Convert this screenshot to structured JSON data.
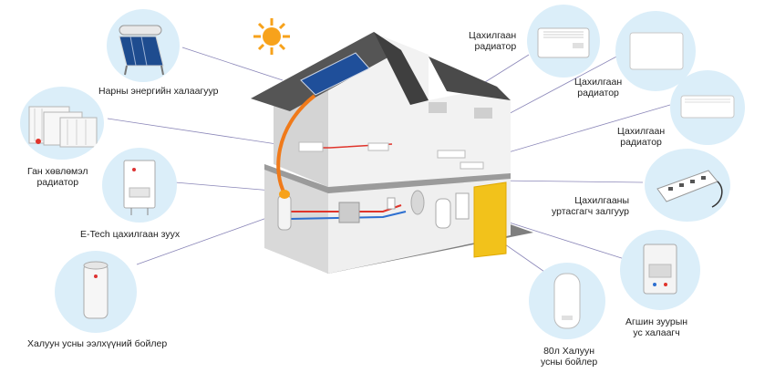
{
  "labels": {
    "solar_collector": "Нарны энергийн халаагуур",
    "steel_radiator_line1": "Ган хөвлөмэл",
    "steel_radiator_line2": "радиатор",
    "etech_boiler": "E-Tech цахилгаан зуух",
    "hot_water_storage": "Халуун усны ээлхүүний бойлер",
    "electric_radiator_1_line1": "Цахилгаан",
    "electric_radiator_1_line2": "радиатор",
    "electric_radiator_2_line1": "Цахилгаан",
    "electric_radiator_2_line2": "радиатор",
    "electric_radiator_3_line1": "Цахилгаан",
    "electric_radiator_3_line2": "радиатор",
    "distribution_switch_line1": "Цахилгааны",
    "distribution_switch_line2": "уртасгагч залгуур",
    "instant_heater_line1": "Агшин зуурын",
    "instant_heater_line2": "ус халаагч",
    "boiler_80l_line1": "80л Халуун",
    "boiler_80l_line2": "усны бойлер"
  },
  "icons": [
    "sun-icon",
    "solar-panel-icon",
    "steel-radiator-icon",
    "electric-boiler-icon",
    "water-tank-icon",
    "convector-radiator-icon",
    "panel-radiator-icon",
    "power-strip-icon",
    "instant-water-heater-icon",
    "water-heater-80l-icon"
  ],
  "colors": {
    "circle_bg": "#dbeef9",
    "sun": "#f7a21b",
    "roof": "#4a4a4a",
    "house_wall": "#e6e6e6",
    "floor": "#9a9a9a",
    "hot_pipe": "#e0342b",
    "cold_pipe": "#2d6fd0",
    "yellow_shaft": "#f2c21b"
  }
}
